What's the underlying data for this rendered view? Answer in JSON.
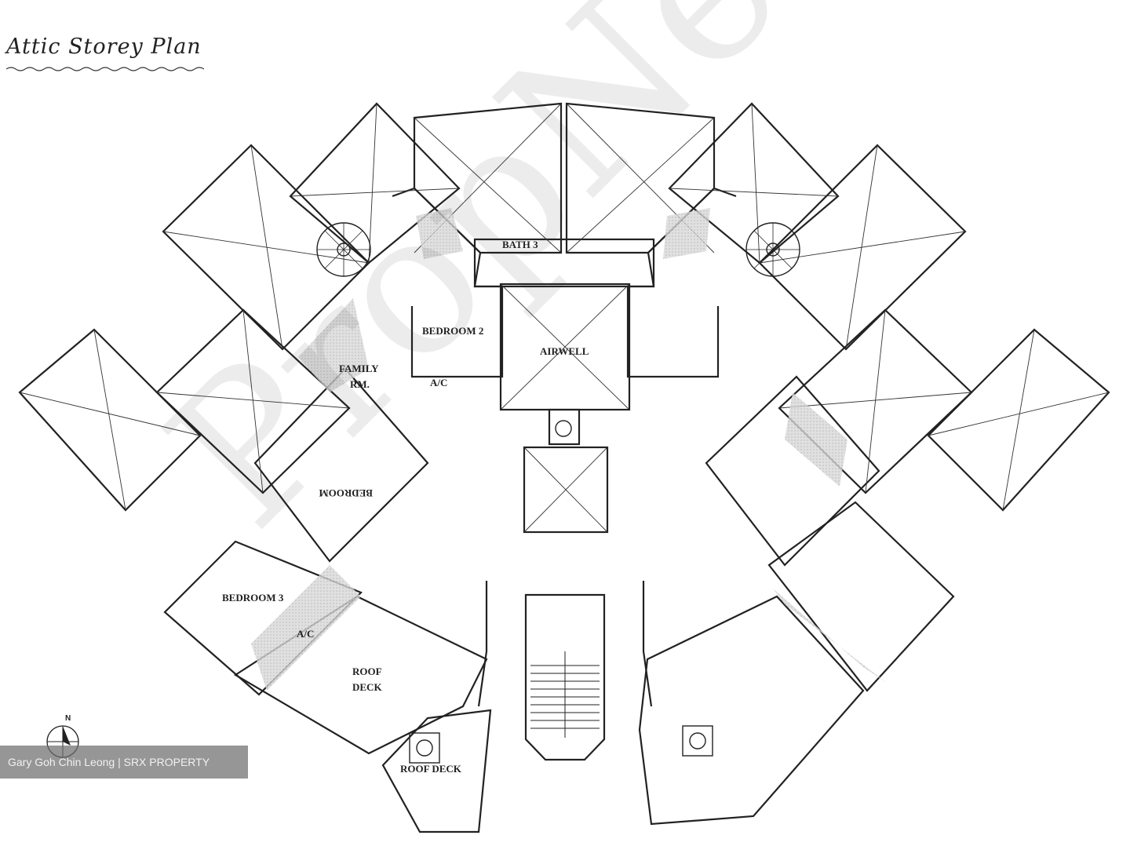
{
  "plan": {
    "title": "Attic Storey Plan",
    "north_label": "N",
    "rooms": {
      "bath3": "BATH 3",
      "bedroom2": "BEDROOM 2",
      "airwell": "AIRWELL",
      "family_rm_line1": "FAMILY",
      "family_rm_line2": "RM.",
      "ac_upper": "A/C",
      "bedroom_mirrored": "BEDROOM",
      "bedroom3": "BEDROOM 3",
      "ac_lower": "A/C",
      "roof_deck_line1": "ROOF",
      "roof_deck_line2": "DECK",
      "roof_deck_small": "ROOF DECK"
    }
  },
  "watermark": "PropNex",
  "credit": "Gary Goh Chin Leong | SRX PROPERTY",
  "colors": {
    "line": "#222222",
    "shade": "#cfcfcf"
  }
}
